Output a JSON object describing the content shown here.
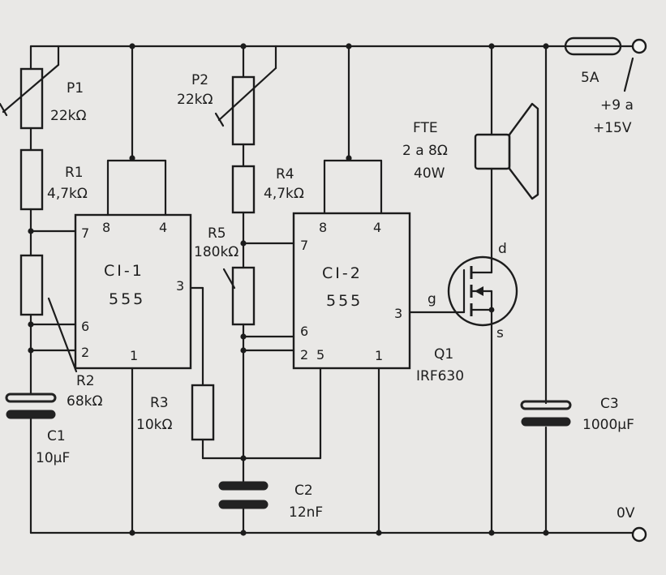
{
  "components": {
    "p1": {
      "ref": "P1",
      "value": "22kΩ"
    },
    "p2": {
      "ref": "P2",
      "value": "22kΩ"
    },
    "r1": {
      "ref": "R1",
      "value": "4,7kΩ"
    },
    "r2": {
      "ref": "R2",
      "value": "68kΩ"
    },
    "r3": {
      "ref": "R3",
      "value": "10kΩ"
    },
    "r4": {
      "ref": "R4",
      "value": "4,7kΩ"
    },
    "r5": {
      "ref": "R5",
      "value": "180kΩ"
    },
    "c1": {
      "ref": "C1",
      "value": "10µF"
    },
    "c2": {
      "ref": "C2",
      "value": "12nF"
    },
    "c3": {
      "ref": "C3",
      "value": "1000µF"
    },
    "ci1": {
      "ref": "CI-1",
      "type": "555"
    },
    "ci2": {
      "ref": "CI-2",
      "type": "555"
    },
    "q1": {
      "ref": "Q1",
      "part": "IRF630",
      "gate": "g",
      "drain": "d",
      "source": "s"
    },
    "fte": {
      "ref": "FTE",
      "impedance": "2 a 8Ω",
      "power": "40W"
    },
    "fuse": {
      "value": "5A"
    }
  },
  "supply": {
    "plus_line1": "+9 a",
    "plus_line2": "+15V",
    "ground": "0V"
  },
  "pins": {
    "ci1": {
      "p7": "7",
      "p8": "8",
      "p4": "4",
      "p3": "3",
      "p6": "6",
      "p2": "2",
      "p1": "1"
    },
    "ci2": {
      "p7": "7",
      "p8": "8",
      "p4": "4",
      "p3": "3",
      "p6": "6",
      "p2": "2",
      "p5": "5",
      "p1": "1"
    }
  }
}
